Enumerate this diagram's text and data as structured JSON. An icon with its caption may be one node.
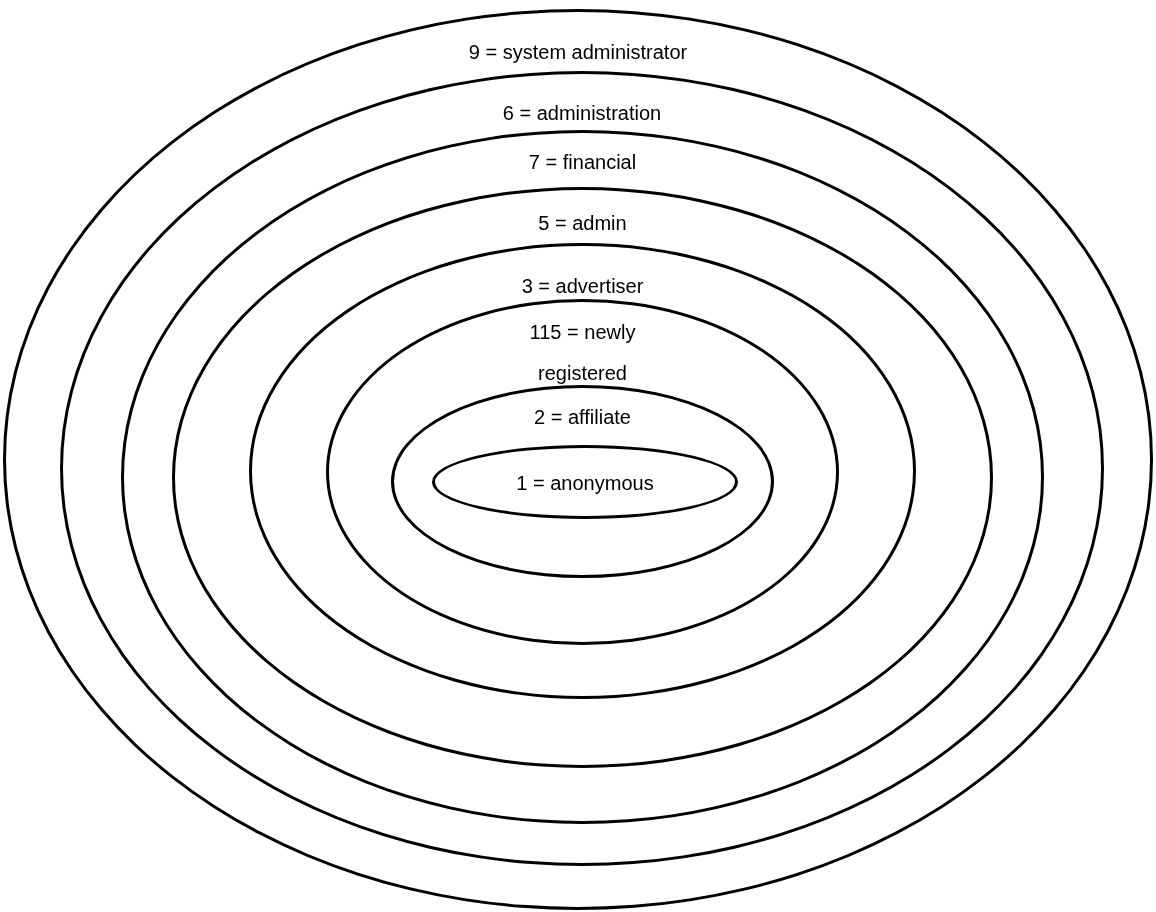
{
  "diagram": {
    "nodes": [
      {
        "text": [
          "9 = system administrator"
        ]
      },
      {
        "text": [
          "6 = administration"
        ],
        "in": 0
      },
      {
        "text": [
          "7 = financial"
        ],
        "in": 1
      },
      {
        "text": [
          "5 = admin"
        ],
        "in": 2
      },
      {
        "text": [
          "3 = advertiser"
        ],
        "in": 3
      },
      {
        "text": [
          "115 = newly registered"
        ],
        "in": 4
      },
      {
        "text": [
          "2 = affiliate"
        ],
        "in": 5
      },
      {
        "text": [
          "1 = anonymous"
        ],
        "in": 6
      }
    ]
  }
}
